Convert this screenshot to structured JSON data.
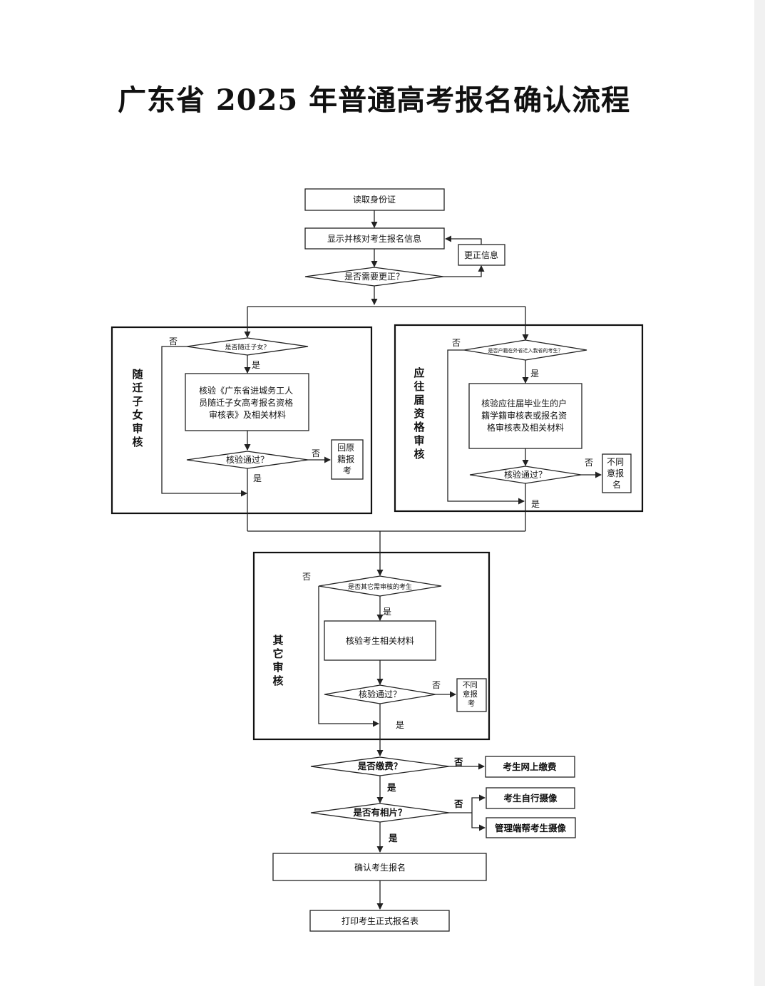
{
  "title": "广东省 2025 年普通高考报名确认流程",
  "nodes": {
    "read_id": "读取身份证",
    "show_info": "显示并核对考生报名信息",
    "correct_info": "更正信息",
    "need_correct": "是否需要更正？",
    "q_migrant": "是否随迁子女？",
    "verify_migrant": [
      "核验《广东省进城务工人",
      "员随迁子女高考报名资格",
      "审核表》及相关材料"
    ],
    "pass1": "核验通过？",
    "return_home": [
      "回原",
      "籍报",
      "考"
    ],
    "q_outside": "是否户籍在外省迁入我省的考生？",
    "verify_graduate": [
      "核验应往届毕业生的户",
      "籍学籍审核表或报名资",
      "格审核表及相关材料"
    ],
    "pass2": "核验通过？",
    "disagree1": [
      "不同",
      "意报",
      "名"
    ],
    "q_other": "是否其它需审核的考生",
    "verify_other": "核验考生相关材料",
    "pass3": "核验通过？",
    "disagree2": [
      "不同",
      "意报",
      "考"
    ],
    "q_paid": "是否缴费？",
    "pay_online": "考生网上缴费",
    "q_photo": "是否有相片？",
    "self_photo": "考生自行摄像",
    "admin_photo": "管理端帮考生摄像",
    "confirm": "确认考生报名",
    "print": "打印考生正式报名表"
  },
  "sections": {
    "migrant": "随迁子女审核",
    "graduate": "应往届资格审核",
    "other": "其它审核"
  },
  "labels": {
    "yes": "是",
    "no": "否"
  }
}
